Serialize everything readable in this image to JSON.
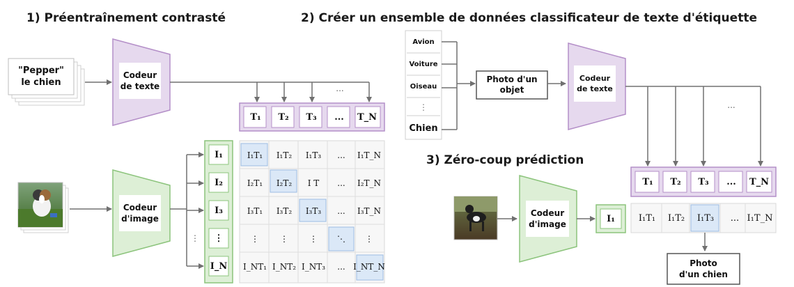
{
  "panel1": {
    "title": "1) Préentraînement contrasté",
    "text_input": "\"Pepper\"\nle chien",
    "text_encoder": "Codeur\nde texte",
    "image_encoder": "Codeur\nd'image",
    "T_labels": [
      "T₁",
      "T₂",
      "T₃",
      "...",
      "T_N"
    ],
    "I_labels": [
      "I₁",
      "I₂",
      "I₃",
      "⋮",
      "I_N"
    ],
    "matrix": [
      [
        "I₁T₁",
        "I₁T₂",
        "I₁T₃",
        "...",
        "I₁T_N"
      ],
      [
        "I₂T₁",
        "I₂T₂",
        "I T",
        "...",
        "I₂T_N"
      ],
      [
        "I₃T₁",
        "I₃T₂",
        "I₃T₃",
        "...",
        "I₃T_N"
      ],
      [
        "⋮",
        "⋮",
        "⋮",
        "⋱",
        "⋮"
      ],
      [
        "I_NT₁",
        "I_NT₂",
        "I_NT₃",
        "...",
        "I_NT_N"
      ]
    ],
    "dots_top": "...",
    "dots_side": "⋮"
  },
  "panel2": {
    "title": "2) Créer un ensemble de données classificateur de texte d'étiquette",
    "labels": [
      "Avion",
      "Voiture",
      "Oiseau",
      "Chien"
    ],
    "dots_vert": "⋮",
    "prompt": "Photo d'un\nobjet",
    "text_encoder": "Codeur\nde texte",
    "dots_top": "..."
  },
  "panel3": {
    "title": "3) Zéro-coup prédiction",
    "image_encoder": "Codeur\nd'image",
    "I_label": "I₁",
    "T_labels": [
      "T₁",
      "T₂",
      "T₃",
      "...",
      "T_N"
    ],
    "row": [
      "I₁T₁",
      "I₁T₂",
      "I₁T₃",
      "...",
      "I₁T_N"
    ],
    "result": "Photo\nd'un chien"
  },
  "colors": {
    "purple_fill": "#e6d9ee",
    "purple_stroke": "#b48fc8",
    "green_fill": "#ddefd6",
    "green_stroke": "#8cc47c",
    "blue_highlight": "#dbe8f7",
    "arrow": "#707070"
  }
}
